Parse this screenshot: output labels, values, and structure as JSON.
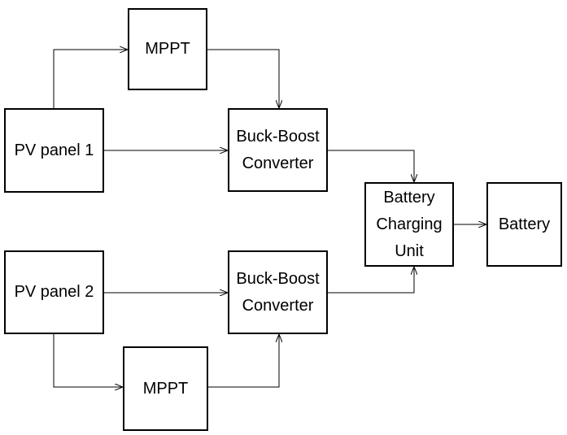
{
  "diagram": {
    "blocks": {
      "mppt_top": "MPPT",
      "pv_panel_1": "PV panel 1",
      "buck_boost_top": [
        "Buck-Boost",
        "Converter"
      ],
      "charging_unit": [
        "Battery",
        "Charging",
        "Unit"
      ],
      "battery": "Battery",
      "pv_panel_2": "PV panel 2",
      "buck_boost_bottom": [
        "Buck-Boost",
        "Converter"
      ],
      "mppt_bottom": "MPPT"
    },
    "connections": [
      {
        "from": "PV panel 1",
        "to": "MPPT"
      },
      {
        "from": "MPPT",
        "to": "Buck-Boost Converter"
      },
      {
        "from": "PV panel 1",
        "to": "Buck-Boost Converter"
      },
      {
        "from": "Buck-Boost Converter",
        "to": "Battery Charging Unit"
      },
      {
        "from": "Battery Charging Unit",
        "to": "Battery"
      },
      {
        "from": "PV panel 2",
        "to": "Buck-Boost Converter"
      },
      {
        "from": "PV panel 2",
        "to": "MPPT"
      },
      {
        "from": "MPPT",
        "to": "Buck-Boost Converter"
      },
      {
        "from": "Buck-Boost Converter",
        "to": "Battery Charging Unit"
      }
    ],
    "colors": {
      "line": "#000000",
      "box_border": "#000000",
      "background": "#ffffff"
    }
  }
}
